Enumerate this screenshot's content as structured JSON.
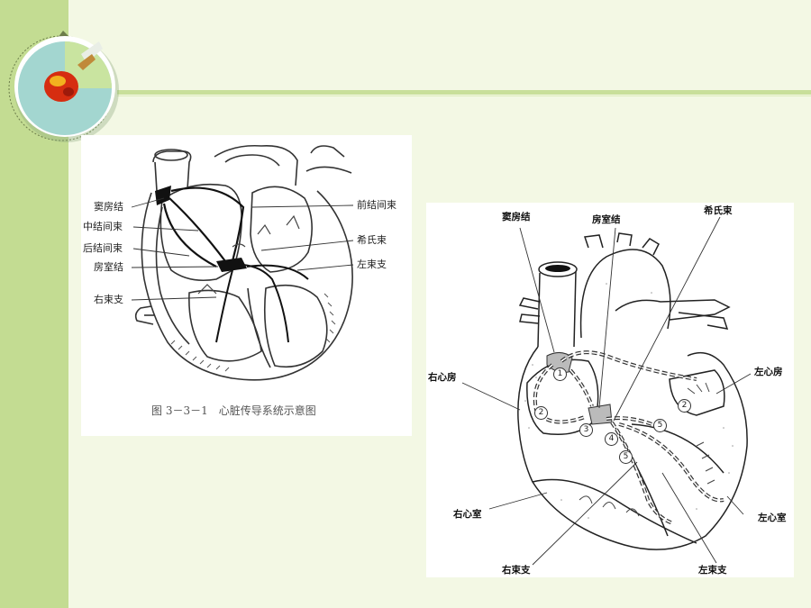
{
  "left_figure": {
    "labels": {
      "sinoatrial_node": "窦房结",
      "middle_internodal": "中结间束",
      "posterior_internodal": "后结间束",
      "av_node": "房室结",
      "right_bundle_branch": "右束支",
      "anterior_internodal": "前结间束",
      "his_bundle": "希氏束",
      "left_bundle_branch": "左束支"
    },
    "caption": "图 3－3－1　心脏传导系统示意图"
  },
  "right_figure": {
    "labels": {
      "sinoatrial_node": "窦房结",
      "av_node": "房室结",
      "his_bundle": "希氏束",
      "right_atrium": "右心房",
      "left_atrium": "左心房",
      "right_ventricle": "右心室",
      "left_ventricle": "左心室",
      "right_bundle_branch": "右束支",
      "left_bundle_branch": "左束支"
    },
    "markers": [
      "1",
      "2",
      "2",
      "3",
      "4",
      "5",
      "5"
    ]
  },
  "colors": {
    "background": "#f3f8e4",
    "sidebar": "#c3dc92",
    "accent_line": "#c8df9a"
  },
  "icons": {
    "logo": "heart-logo-icon"
  }
}
